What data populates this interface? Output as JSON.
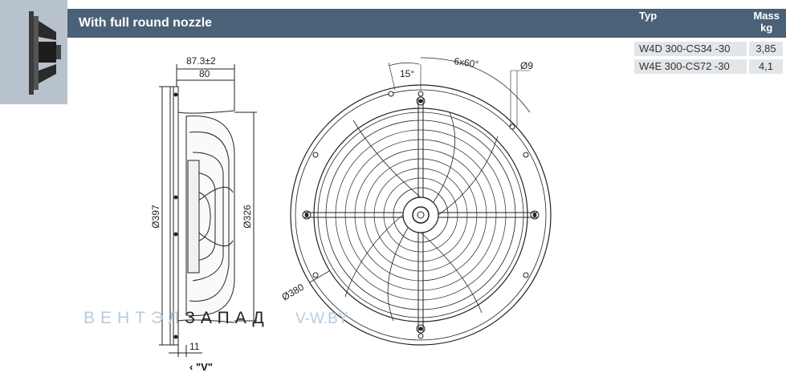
{
  "header": {
    "title": "With full round nozzle",
    "col_typ": "Typ",
    "col_mass_1": "Mass",
    "col_mass_2": "kg"
  },
  "models": [
    {
      "typ": "W4D 300-CS34 -30",
      "mass": "3,85"
    },
    {
      "typ": "W4E 300-CS72 -30",
      "mass": "4,1"
    }
  ],
  "side_view": {
    "dim_top": "87.3±2",
    "dim_80": "80",
    "dim_397": "Ø397",
    "dim_326": "Ø326",
    "dim_11": "11",
    "view_label": "\"V\""
  },
  "front_view": {
    "angle_15": "15°",
    "angle_6x60": "6x60°",
    "dim_9": "Ø9",
    "dim_380": "Ø380"
  },
  "watermark": {
    "part1": "ВЕНТЭЛ",
    "part2": "ЗАПАД",
    "site": "V-W.BY"
  },
  "colors": {
    "header_bg": "#4a6177",
    "thumb_bg": "#b7c2cc",
    "row_bg": "#e3e6e9",
    "watermark": "#b6cbe0"
  }
}
